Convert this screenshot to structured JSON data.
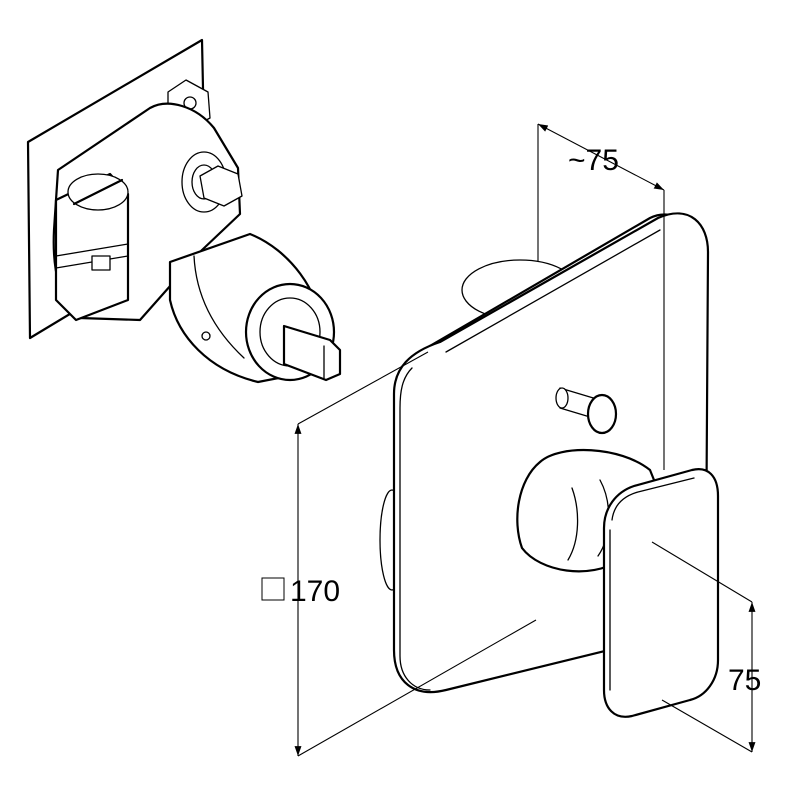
{
  "dimensions": {
    "projection": "~75",
    "plate_size": "170",
    "lever_size": "75"
  },
  "icons": {
    "square_symbol": "square-icon"
  }
}
